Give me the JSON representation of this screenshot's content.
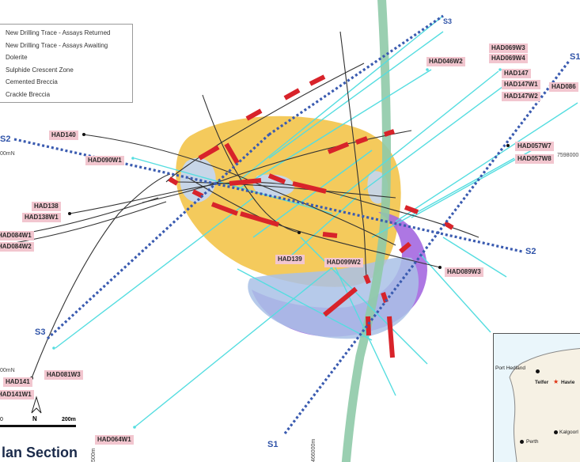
{
  "legend": {
    "items": [
      "New Drilling Trace - Assays Returned",
      "New Drilling Trace - Assays Awaiting",
      "Dolerite",
      "Sulphide Crescent Zone",
      "Cemented Breccia",
      "Crackle Breccia"
    ]
  },
  "holes": {
    "had140": "HAD140",
    "had090w1": "HAD090W1",
    "had138": "HAD138",
    "had138w1": "HAD138W1",
    "had084w1": "HAD084W1",
    "had084w2": "HAD084W2",
    "had139": "HAD139",
    "had099w2": "HAD099W2",
    "had089w3": "HAD089W3",
    "had081w3": "HAD081W3",
    "had141": "HAD141",
    "had141w1": "HAD141W1",
    "had064w1": "HAD064W1",
    "had046w2": "HAD046W2",
    "had069w3": "HAD069W3",
    "had069w4": "HAD069W4",
    "had147": "HAD147",
    "had147w1": "HAD147W1",
    "had147w2": "HAD147W2",
    "had086": "HAD086",
    "had057w7": "HAD057W7",
    "had057w8": "HAD057W8"
  },
  "sections": {
    "s2_left": "S2",
    "s2_right": "S2",
    "s3": "S3",
    "s1_bottom": "S1",
    "s1_top": "S1",
    "s3_top": "S3"
  },
  "coords": {
    "left_upper": "00mN",
    "right": "7598000",
    "left_lower": "00mN",
    "bottom_a": "500m",
    "bottom_b": "466000m"
  },
  "scale": {
    "zero": "0",
    "max": "200m"
  },
  "north": "N",
  "title": "lan Section",
  "inset": {
    "port_hedland": "Port Hedland",
    "telfer": "Telfer",
    "havieron": "Havie",
    "perth": "Perth",
    "kalgoorlie": "Kalgoorl"
  },
  "colors": {
    "dolerite": "#f3c44a",
    "sulphide_zone": "#a468e0",
    "cemented_breccia": "#a9c1e6",
    "crackle_breccia": "#c4d6ef",
    "assays_returned": "#333333",
    "assays_awaiting": "#55dde0",
    "mineralised_interval": "#d8232a",
    "fault": "#8fcaa8",
    "section_line": "#3a5bb0",
    "hole_label_bg": "#f2c6cf"
  }
}
